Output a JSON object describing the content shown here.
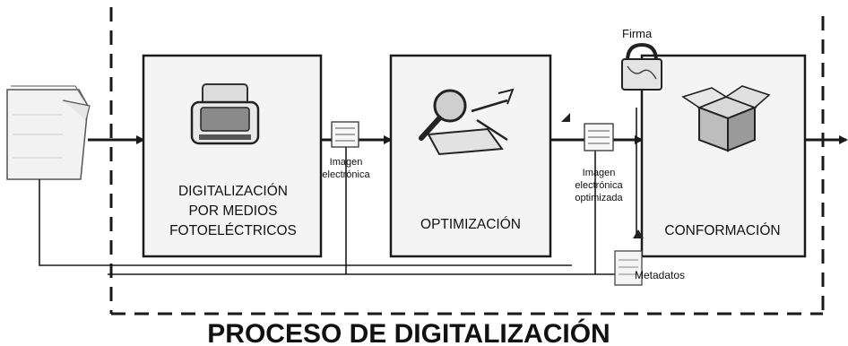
{
  "diagram": {
    "title": "PROCESO DE DIGITALIZACIÓN",
    "boxes": {
      "digitalizacion": [
        "DIGITALIZACIÓN",
        "POR MEDIOS",
        "FOTOELÉCTRICOS"
      ],
      "optimizacion": [
        "OPTIMIZACIÓN"
      ],
      "conformacion": [
        "CONFORMACIÓN"
      ]
    },
    "labels": {
      "imagen_electronica": [
        "Imagen",
        "electrónica"
      ],
      "imagen_optimizada": [
        "Imagen",
        "electrónica",
        "optimizada"
      ],
      "firma": "Firma",
      "metadatos": "Metadatos"
    },
    "icons": {
      "input": "document-stack-icon",
      "box1": "scanner-icon",
      "box2": "magnifier-tools-icon",
      "box3": "open-box-icon",
      "signature": "padlock-icon",
      "data": "data-document-icon"
    }
  }
}
